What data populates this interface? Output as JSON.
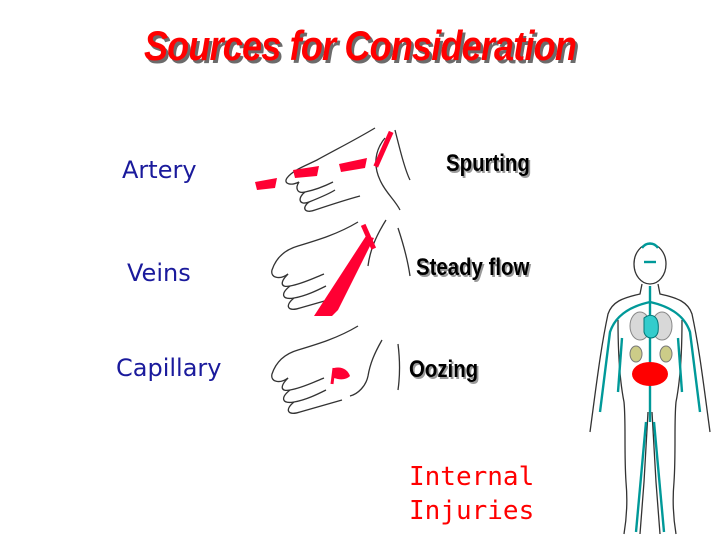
{
  "slide": {
    "title": "Sources for Consideration",
    "rows": [
      {
        "label": "Artery",
        "description": "Spurting"
      },
      {
        "label": "Veins",
        "description": "Steady flow"
      },
      {
        "label": "Capillary",
        "description": "Oozing"
      }
    ],
    "internal_lines": [
      "Internal",
      "Injuries"
    ]
  },
  "colors": {
    "title": "#ff0000",
    "labels": "#1a1a9c",
    "blood": "#ff0033",
    "vessels": "#009999",
    "organ": "#ff0000"
  },
  "icons": [
    "wrist-artery-icon",
    "wrist-vein-icon",
    "wrist-capillary-icon",
    "circulatory-body-icon"
  ]
}
